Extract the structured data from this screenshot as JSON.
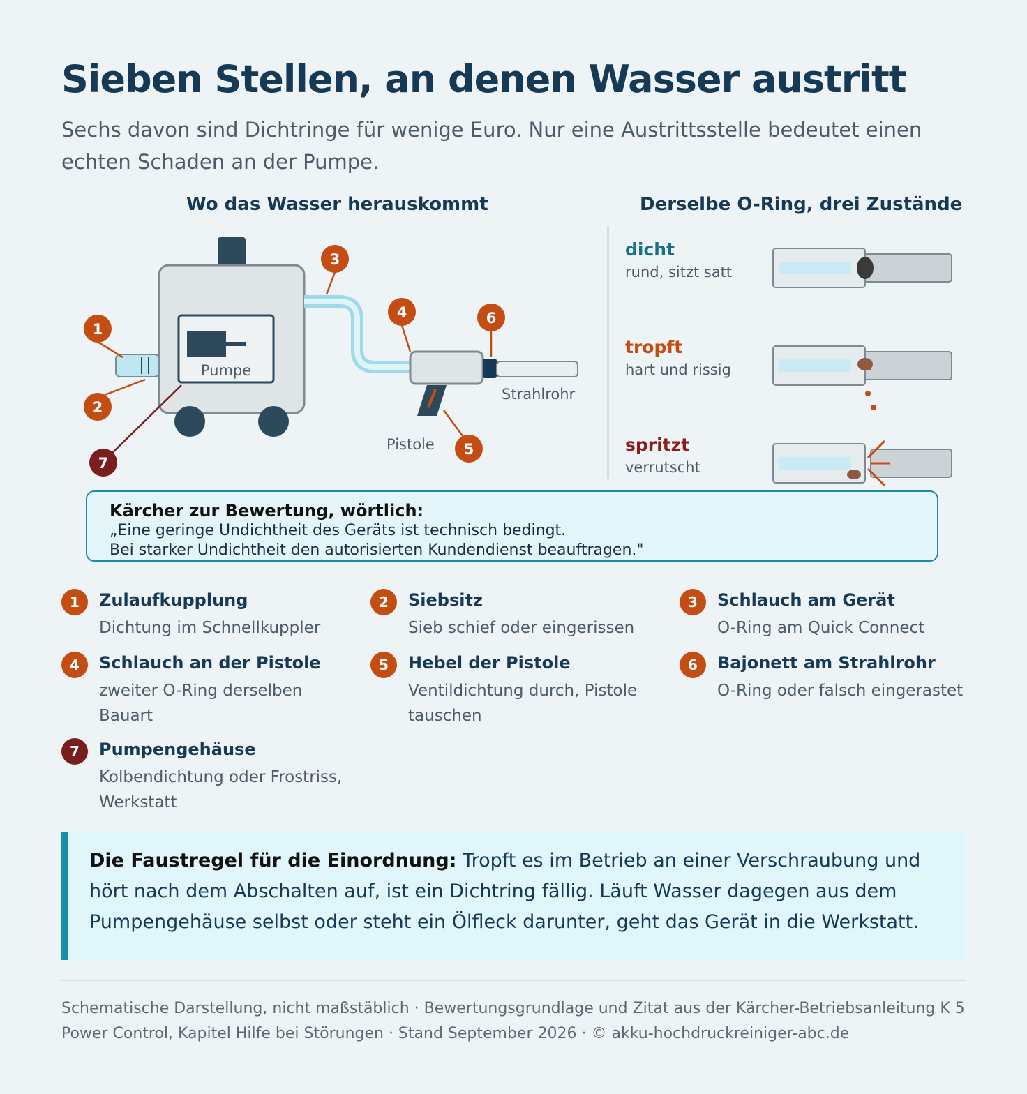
{
  "title": "Sieben Stellen, an denen Wasser austritt",
  "subtitle": "Sechs davon sind Dichtringe für wenige Euro. Nur eine Austrittsstelle bedeutet einen echten Schaden an der Pumpe.",
  "left_heading": "Wo das Wasser herauskommt",
  "right_heading": "Derselbe O-Ring, drei Zustände",
  "diagram": {
    "labels": {
      "pump": "Pumpe",
      "nozzle": "Strahlrohr",
      "gun": "Pistole"
    },
    "markers": [
      "1",
      "2",
      "3",
      "4",
      "5",
      "6",
      "7"
    ]
  },
  "states": [
    {
      "name": "dicht",
      "desc": "rund, sitzt satt",
      "color": "#16708a"
    },
    {
      "name": "tropft",
      "desc": "hart und rissig",
      "color": "#c44d14"
    },
    {
      "name": "spritzt",
      "desc": "verrutscht",
      "color": "#8b1c1c"
    }
  ],
  "quote": {
    "title": "Kärcher zur Bewertung, wörtlich:",
    "line1": "„Eine geringe Undichtheit des Geräts ist technisch bedingt.",
    "line2": "Bei starker Undichtheit den autorisierten Kundendienst beauftragen.\""
  },
  "legend": [
    {
      "num": "1",
      "title": "Zulaufkupplung",
      "desc": "Dichtung im Schnellkuppler"
    },
    {
      "num": "2",
      "title": "Siebsitz",
      "desc": "Sieb schief oder eingerissen"
    },
    {
      "num": "3",
      "title": "Schlauch am Gerät",
      "desc": "O-Ring am Quick Connect"
    },
    {
      "num": "4",
      "title": "Schlauch an der Pistole",
      "desc": "zweiter O-Ring derselben Bauart"
    },
    {
      "num": "5",
      "title": "Hebel der Pistole",
      "desc": "Ventildichtung durch, Pistole tauschen"
    },
    {
      "num": "6",
      "title": "Bajonett am Strahlrohr",
      "desc": "O-Ring oder falsch eingerastet"
    },
    {
      "num": "7",
      "title": "Pumpengehäuse",
      "desc": "Kolbendichtung oder Frostriss, Werkstatt"
    }
  ],
  "rule": {
    "lead": "Die Faustregel für die Einordnung:",
    "text": " Tropft es im Betrieb an einer Verschraubung und hört nach dem Abschalten auf, ist ein Dichtring fällig. Läuft Wasser dagegen aus dem Pumpengehäuse selbst oder steht ein Ölfleck darunter, geht das Gerät in die Werkstatt."
  },
  "footer": "Schematische Darstellung, nicht maßstäblich · Bewertungsgrundlage und Zitat aus der Kärcher-Betriebsanleitung K 5 Power Control, Kapitel Hilfe bei Störungen · Stand September 2026 · © akku-hochdruckreiniger-abc.de",
  "colors": {
    "orange": "#c44d14",
    "darkred": "#7a1d1d",
    "navy": "#163a55",
    "water": "#bfe7f2",
    "accent": "#1591a8"
  }
}
